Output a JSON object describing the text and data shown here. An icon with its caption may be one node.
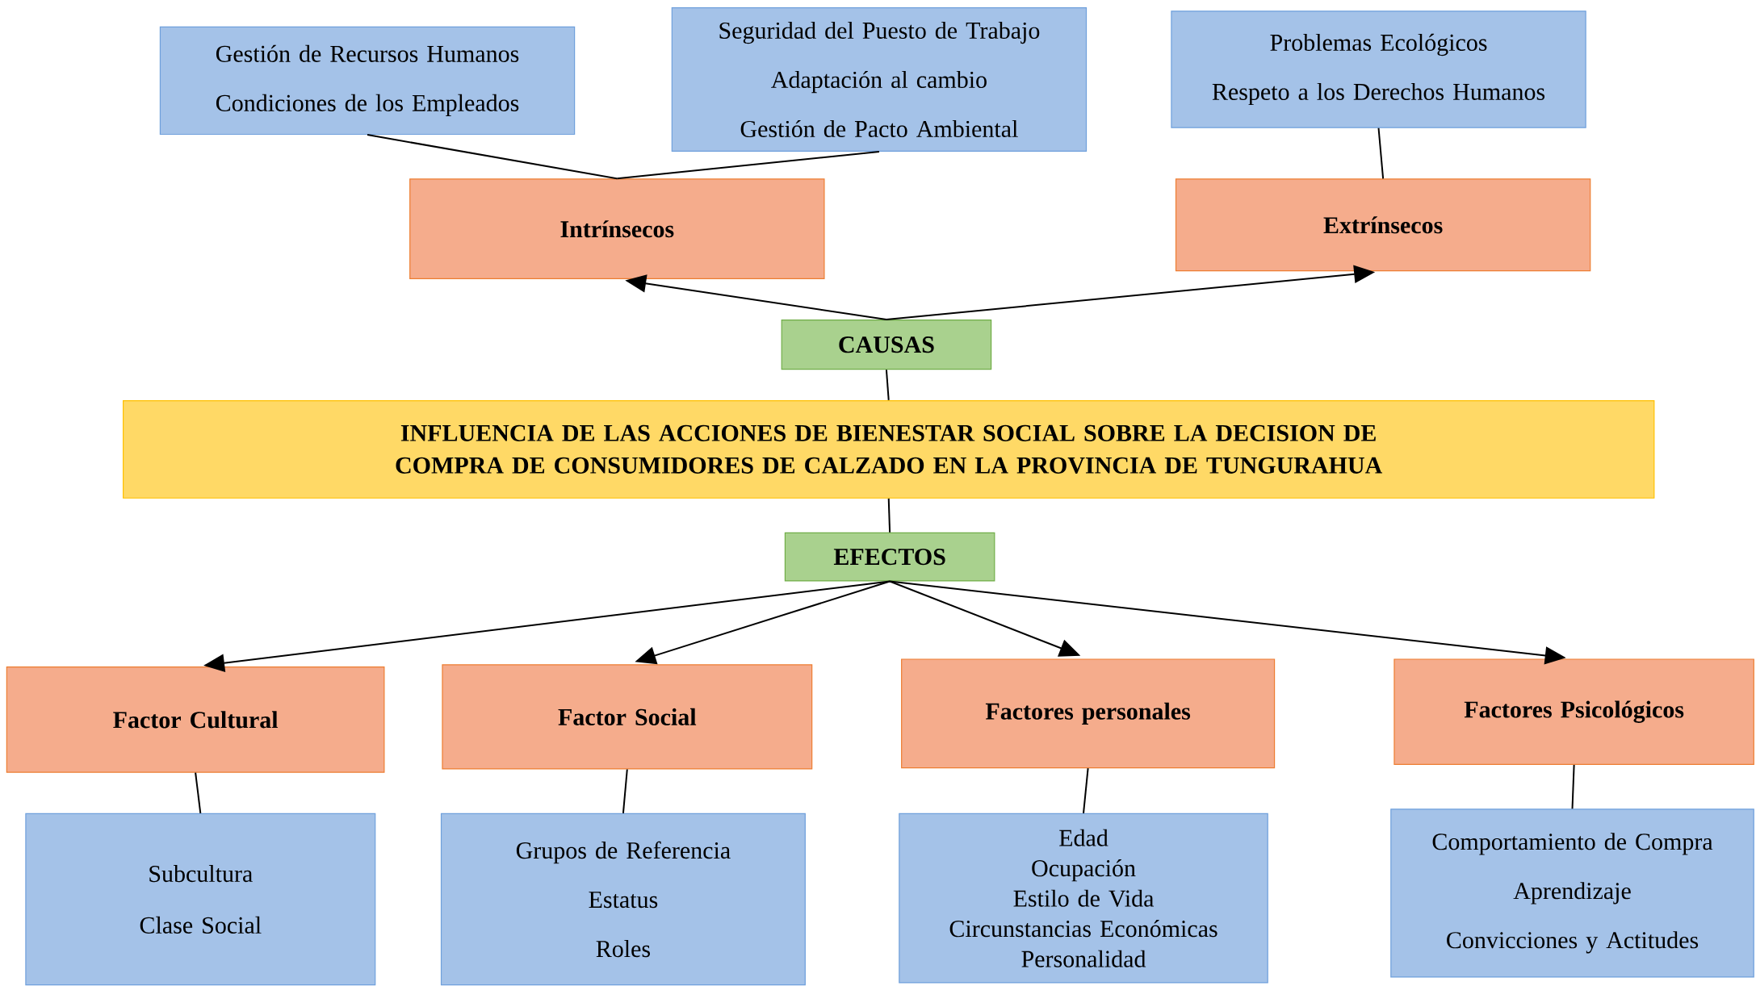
{
  "diagram": {
    "nodes": [
      {
        "text": [
          "Gestión de Recursos Humanos",
          "Condiciones de los Empleados"
        ]
      },
      {
        "text": [
          "Seguridad del Puesto de Trabajo",
          "Adaptación al cambio",
          "Gestión de Pacto Ambiental"
        ]
      },
      {
        "text": [
          "Problemas Ecológicos",
          "Respeto a los Derechos Humanos"
        ]
      },
      {
        "text": [
          "Intrínsecos"
        ]
      },
      {
        "text": [
          "Extrínsecos"
        ]
      },
      {
        "text": [
          "CAUSAS"
        ]
      },
      {
        "text": [
          "INFLUENCIA DE LAS ACCIONES DE BIENESTAR SOCIAL SOBRE LA DECISION DE COMPRA DE CONSUMIDORES DE CALZADO EN LA PROVINCIA DE TUNGURAHUA"
        ]
      },
      {
        "text": [
          "EFECTOS"
        ]
      },
      {
        "text": [
          "Factor Cultural"
        ]
      },
      {
        "text": [
          "Factor Social"
        ]
      },
      {
        "text": [
          "Factores personales"
        ]
      },
      {
        "text": [
          "Factores Psicológicos"
        ]
      },
      {
        "text": [
          "Subcultura",
          "Clase Social"
        ]
      },
      {
        "text": [
          "Grupos de Referencia",
          "Estatus",
          "Roles"
        ]
      },
      {
        "text": [
          "Edad",
          "Ocupación",
          "Estilo de Vida",
          "Circunstancias Económicas",
          "Personalidad"
        ]
      },
      {
        "text": [
          "Comportamiento de Compra",
          "Aprendizaje",
          "Convicciones y Actitudes"
        ]
      }
    ],
    "edges": [
      {
        "from": 0,
        "to": 3,
        "arrow": "none"
      },
      {
        "from": 1,
        "to": 3,
        "arrow": "none"
      },
      {
        "from": 2,
        "to": 4,
        "arrow": "none"
      },
      {
        "from": 5,
        "to": 3,
        "arrow": "to"
      },
      {
        "from": 5,
        "to": 4,
        "arrow": "to"
      },
      {
        "from": 6,
        "to": 5,
        "arrow": "none"
      },
      {
        "from": 6,
        "to": 7,
        "arrow": "none"
      },
      {
        "from": 7,
        "to": 8,
        "arrow": "to"
      },
      {
        "from": 7,
        "to": 9,
        "arrow": "to"
      },
      {
        "from": 7,
        "to": 10,
        "arrow": "to"
      },
      {
        "from": 7,
        "to": 11,
        "arrow": "to"
      },
      {
        "from": 8,
        "to": 12,
        "arrow": "none"
      },
      {
        "from": 9,
        "to": 13,
        "arrow": "none"
      },
      {
        "from": 10,
        "to": 14,
        "arrow": "none"
      },
      {
        "from": 11,
        "to": 15,
        "arrow": "none"
      }
    ]
  }
}
